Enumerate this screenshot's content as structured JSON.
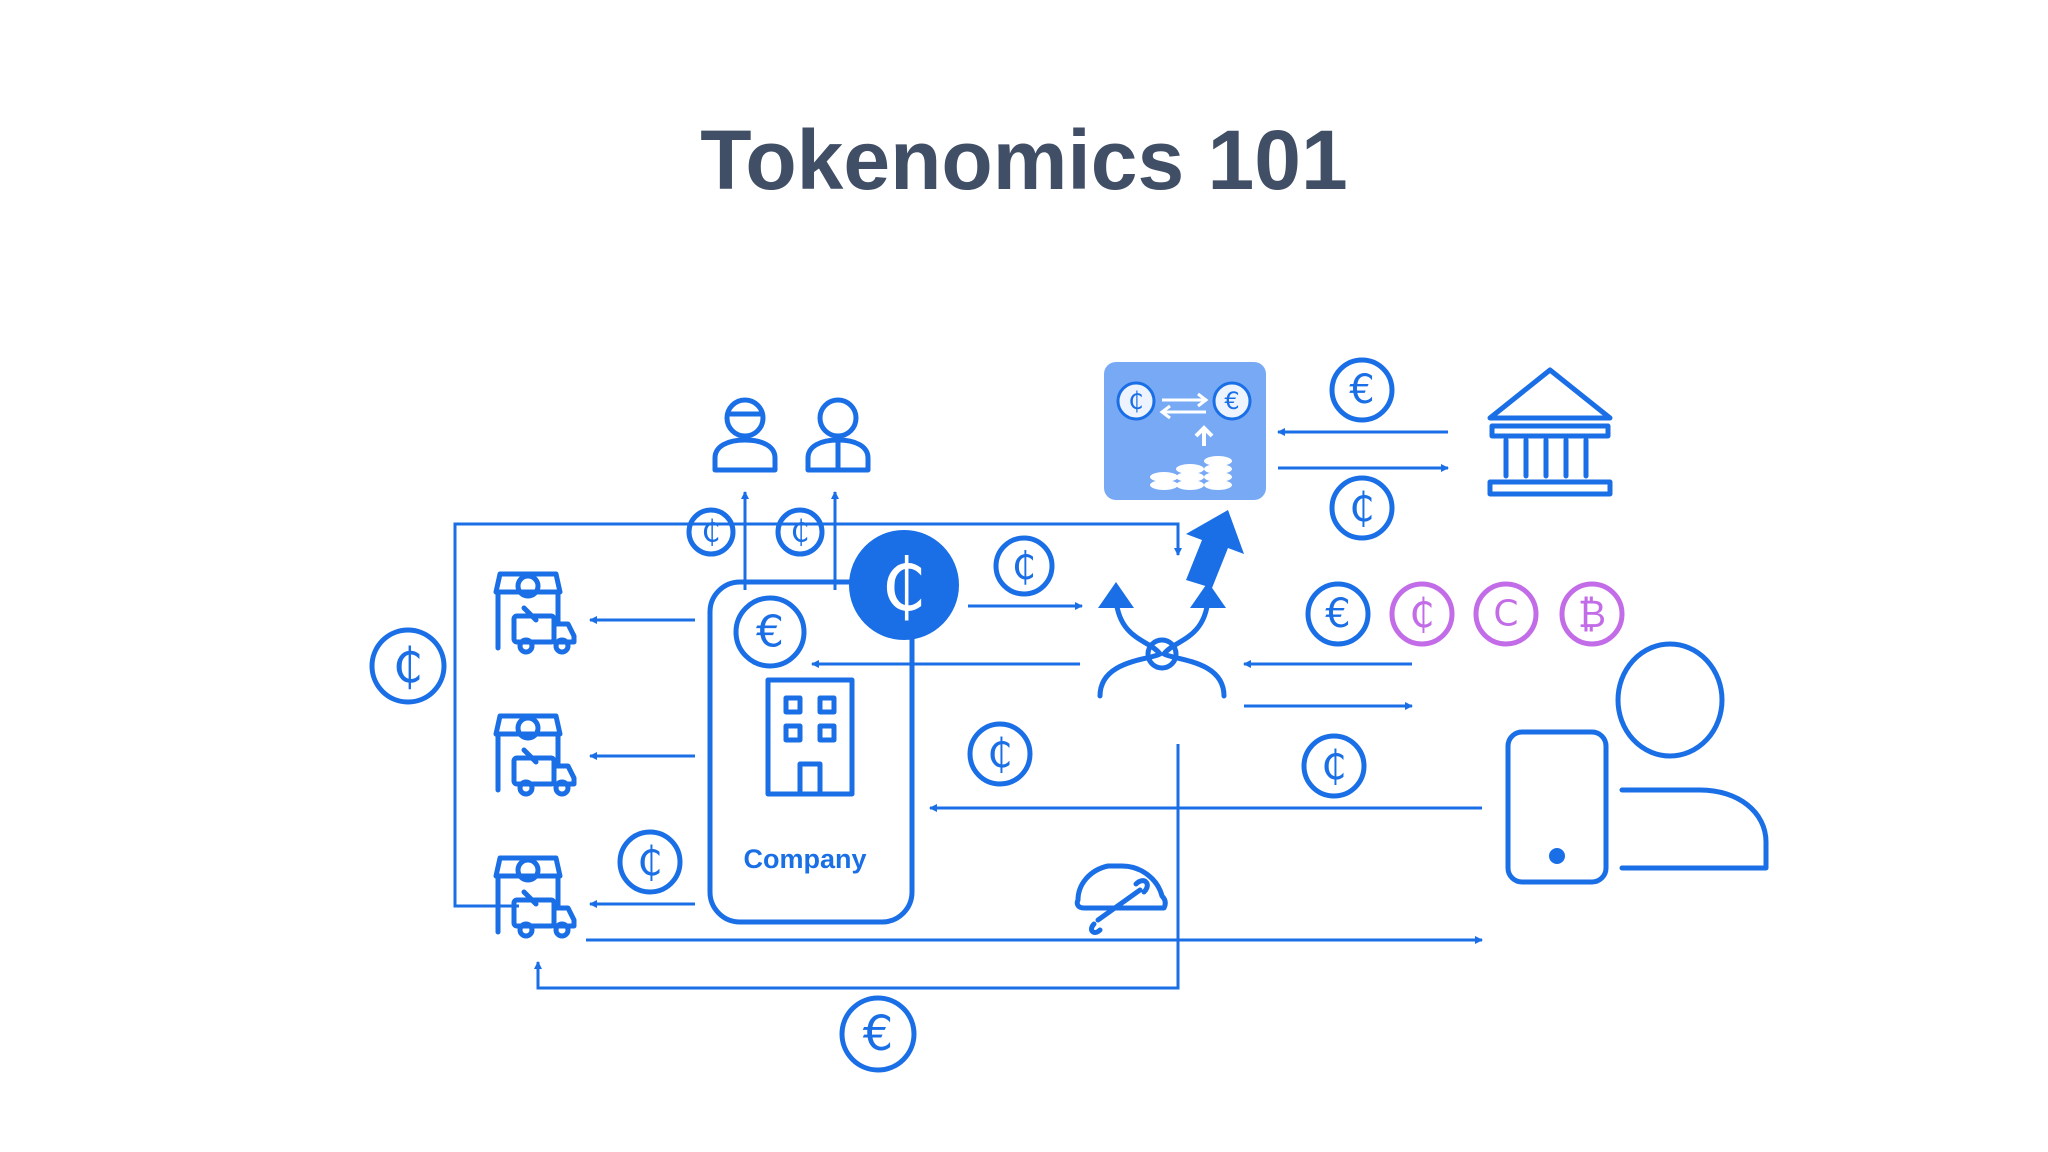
{
  "title": "Tokenomics 101",
  "company": {
    "label": "Company"
  },
  "symbols": {
    "token": "₵",
    "euro": "€",
    "copyright": "C",
    "bitcoin": "₿"
  },
  "colors": {
    "primary": "#1a6fe6",
    "exchange_fill": "#77a9f5",
    "purple": "#c36ce8",
    "title": "#404e66"
  },
  "icons": [
    "masked-user-icon",
    "user-icon",
    "exchange-icon",
    "bank-icon",
    "store-truck-icon",
    "company-building-icon",
    "merge-arrows-icon",
    "car-wrench-icon",
    "smartphone-icon",
    "customer-icon",
    "up-arrow-icon"
  ]
}
